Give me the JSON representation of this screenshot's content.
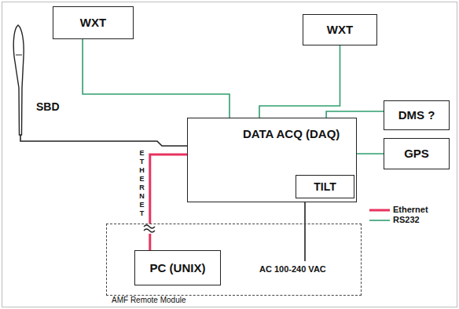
{
  "diagram": {
    "nodes": [
      {
        "text": [
          "WXT"
        ]
      },
      {
        "text": [
          "WXT"
        ]
      },
      {
        "text": [
          "DMS ?"
        ]
      },
      {
        "text": [
          "DATA ACQ (DAQ)"
        ]
      },
      {
        "text": [
          "TILT"
        ],
        "in": 3
      },
      {
        "text": [
          "GPS"
        ]
      },
      {
        "text": [
          "AMF Remote Module"
        ]
      },
      {
        "text": [
          "PC (UNIX)"
        ],
        "in": 6
      }
    ],
    "edges": [
      {
        "from": 0,
        "to": 3,
        "arrow": "none"
      },
      {
        "from": 1,
        "to": 3,
        "arrow": "none"
      },
      {
        "from": 2,
        "to": 3,
        "arrow": "none"
      },
      {
        "from": 5,
        "to": 3,
        "arrow": "none"
      },
      {
        "from": 7,
        "to": 3,
        "arrow": "none"
      }
    ],
    "labels": [
      "SBD",
      "ETHERNET",
      "AC 100-240 VAC"
    ],
    "legend": [
      {
        "text": "Ethernet"
      },
      {
        "text": "RS232"
      }
    ]
  }
}
